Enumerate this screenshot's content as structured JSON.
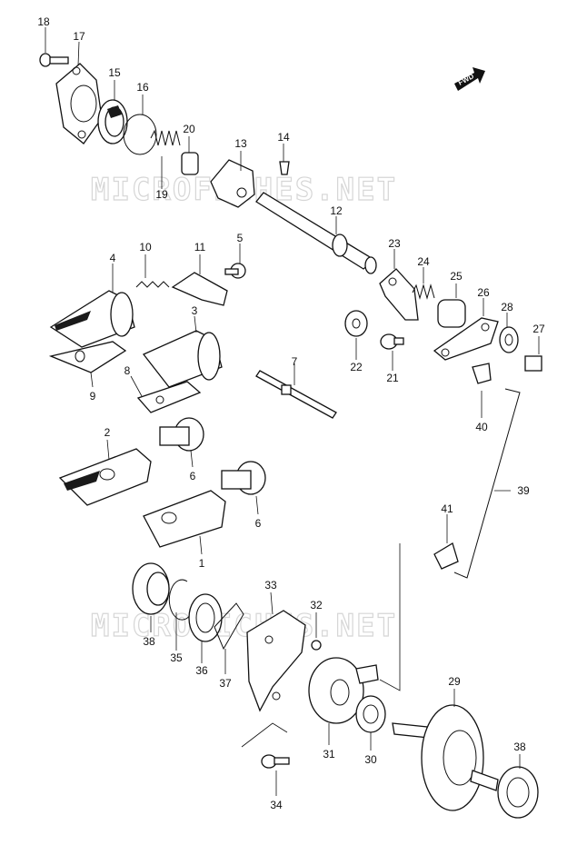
{
  "watermark": "MICROFICHES.NET",
  "fwd_label": "FWD",
  "callouts": {
    "p1": "1",
    "p2": "2",
    "p3": "3",
    "p4": "4",
    "p5": "5",
    "p6a": "6",
    "p6b": "6",
    "p7": "7",
    "p8": "8",
    "p9": "9",
    "p10": "10",
    "p11": "11",
    "p12": "12",
    "p13": "13",
    "p14": "14",
    "p15": "15",
    "p16": "16",
    "p17": "17",
    "p18": "18",
    "p19": "19",
    "p20": "20",
    "p21": "21",
    "p22": "22",
    "p23": "23",
    "p24": "24",
    "p25": "25",
    "p26": "26",
    "p27": "27",
    "p28": "28",
    "p29": "29",
    "p30": "30",
    "p31": "31",
    "p32": "32",
    "p33": "33",
    "p34": "34",
    "p35": "35",
    "p36": "36",
    "p37": "37",
    "p38a": "38",
    "p38b": "38",
    "p39": "39",
    "p40": "40",
    "p41": "41"
  }
}
